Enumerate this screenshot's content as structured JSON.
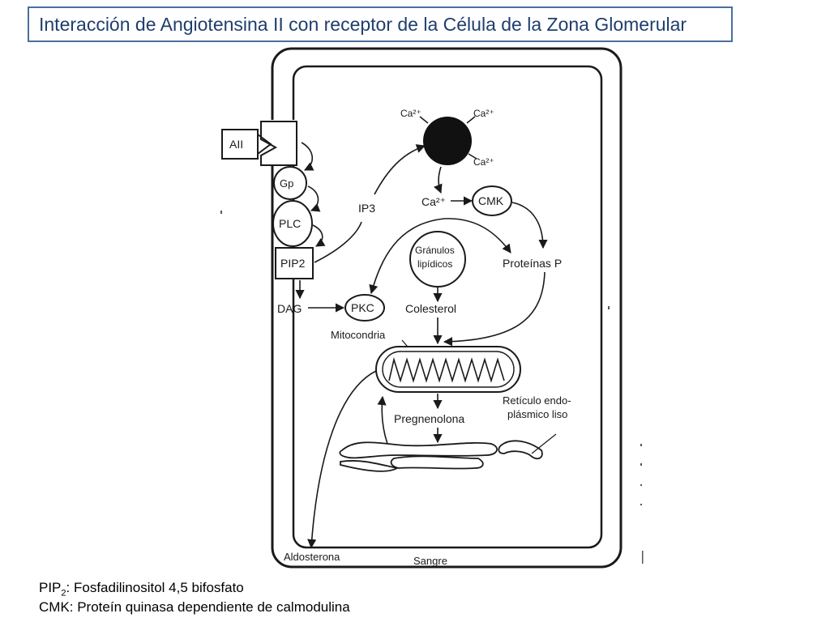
{
  "title": "Interacción de Angiotensina II con receptor de la Célula de la Zona Glomerular",
  "diagram": {
    "all": "AII",
    "gp": "Gp",
    "plc": "PLC",
    "pip2": "PIP2",
    "ip3": "IP3",
    "dag": "DAG",
    "pkc": "PKC",
    "ca_top_left": "Ca²⁺",
    "ca_top_right": "Ca²⁺",
    "ca_right": "Ca²⁺",
    "ca_mid": "Ca²⁺",
    "cmk": "CMK",
    "granulos_line1": "Gránulos",
    "granulos_line2": "lipídicos",
    "proteinas": "Proteínas P",
    "colesterol": "Colesterol",
    "mitocondria": "Mitocondria",
    "pregnenolona": "Pregnenolona",
    "reticulo_line1": "Retículo endo-",
    "reticulo_line2": "plásmico liso",
    "aldosterona": "Aldosterona",
    "sangre": "Sangre"
  },
  "legend": {
    "line1_prefix": "PIP",
    "line1_sub": "2",
    "line1_rest": ": Fosfadilinositol 4,5 bifosfato",
    "line2": "CMK: Proteín quinasa dependiente de calmodulina"
  },
  "colors": {
    "title": "#1f3e6e",
    "title_border": "#4a6f9c",
    "ink": "#1a1a1a"
  }
}
